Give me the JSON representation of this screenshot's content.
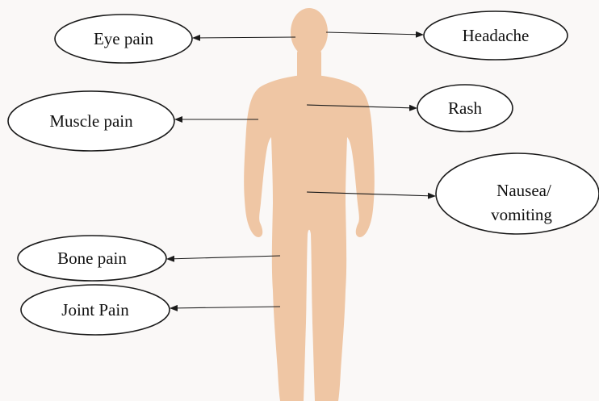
{
  "diagram": {
    "body_color": "#efc6a4",
    "labels": {
      "eye_pain": "Eye pain",
      "headache": "Headache",
      "muscle_pain": "Muscle pain",
      "rash": "Rash",
      "nausea_line1": "Nausea/",
      "nausea_line2": "vomiting",
      "bone_pain": "Bone pain",
      "joint_pain": "Joint Pain"
    }
  }
}
